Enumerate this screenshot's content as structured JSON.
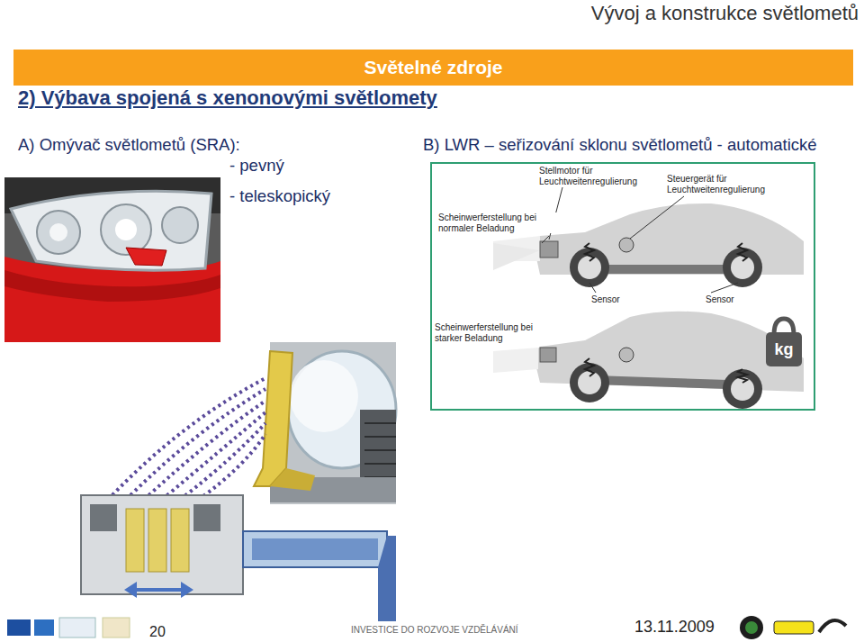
{
  "diagram": {
    "title": "Vývoj a konstrukce světlometů",
    "nodes": [
      {
        "text": [
          "Světelné zdroje"
        ]
      },
      {
        "text": [
          "kg"
        ]
      }
    ],
    "labels": [
      "2) Výbava spojená s xenonovými světlomety",
      "A) Omývač světlometů (SRA):",
      "- pevný",
      "- teleskopický",
      "B) LWR – seřizování sklonu světlometů - automatické",
      "Stellmotor für Leuchtweitenregulierung",
      "Steuergerät für Leuchtweitenregulierung",
      "Scheinwerferstellung bei normaler Beladung",
      "Sensor",
      "Sensor",
      "Scheinwerferstellung bei starker Beladung",
      "20",
      "INVESTICE DO ROZVOJE VZDĚLÁVÁNÍ",
      "13.11.2009"
    ]
  }
}
